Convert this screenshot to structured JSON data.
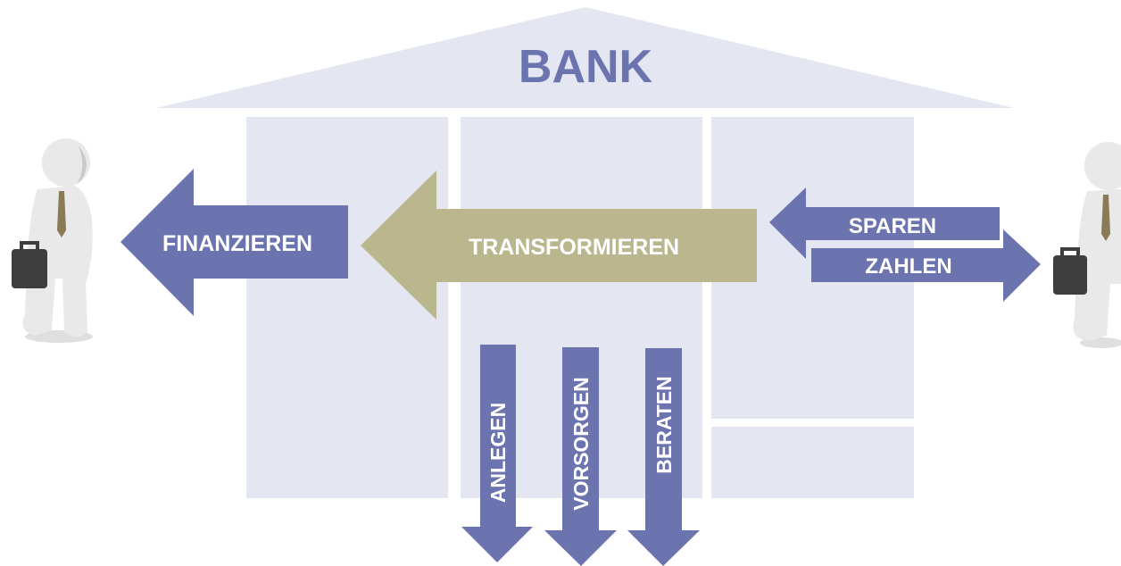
{
  "bank": {
    "title": "BANK"
  },
  "arrows": {
    "finanzieren": "FINANZIEREN",
    "transformieren": "TRANSFORMIEREN",
    "sparen": "SPAREN",
    "zahlen": "ZAHLEN",
    "anlegen": "ANLEGEN",
    "vorsorgen": "VORSORGEN",
    "beraten": "BERATEN"
  },
  "colors": {
    "building": "#e4e6f1",
    "roof": "#e4e6f1",
    "title": "#6c74b0",
    "blue_arrow": "#6c74b0",
    "tan_arrow": "#bab68e",
    "figure_body": "#e9e9e9",
    "figure_shadow": "#c9c9c9",
    "briefcase": "#3e3e3e",
    "tie": "#8a7a55"
  },
  "icons": {
    "left_person": "businessman-with-briefcase-icon",
    "right_person": "businessman-with-briefcase-icon"
  }
}
